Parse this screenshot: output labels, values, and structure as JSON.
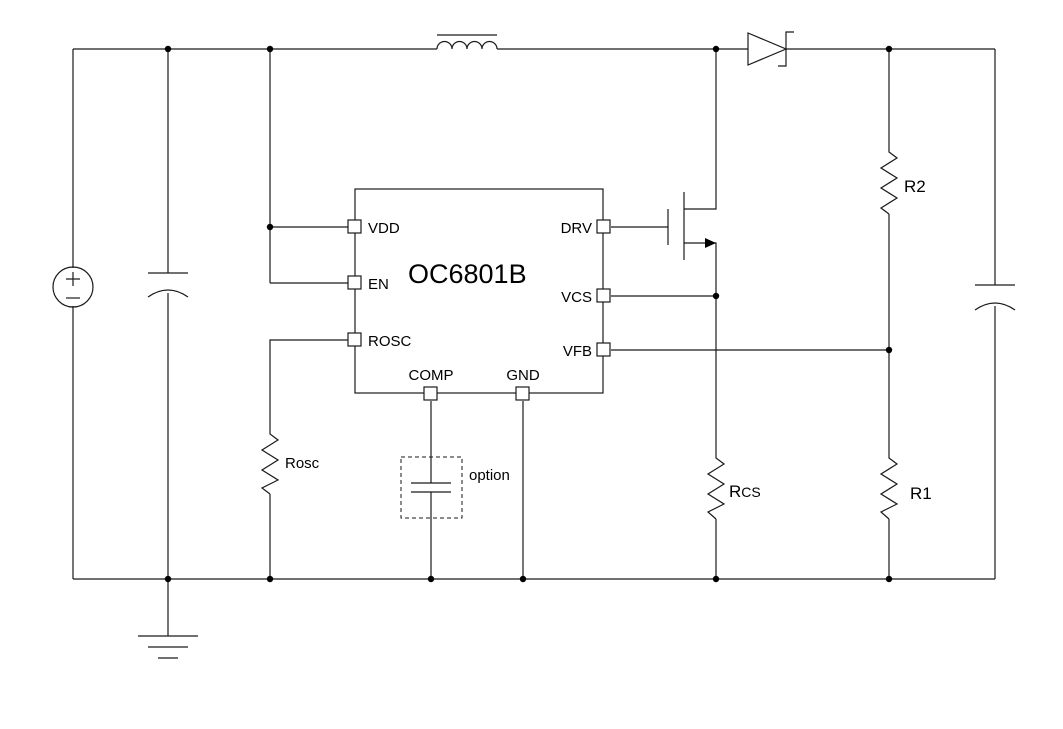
{
  "chip": {
    "name": "OC6801B",
    "pins": {
      "vdd": "VDD",
      "en": "EN",
      "rosc": "ROSC",
      "comp": "COMP",
      "gnd": "GND",
      "drv": "DRV",
      "vcs": "VCS",
      "vfb": "VFB"
    }
  },
  "components": {
    "rosc": "Rosc",
    "comp_cap": "option",
    "rcs_main": "R",
    "rcs_sub": "CS",
    "r1": "R1",
    "r2": "R2"
  }
}
